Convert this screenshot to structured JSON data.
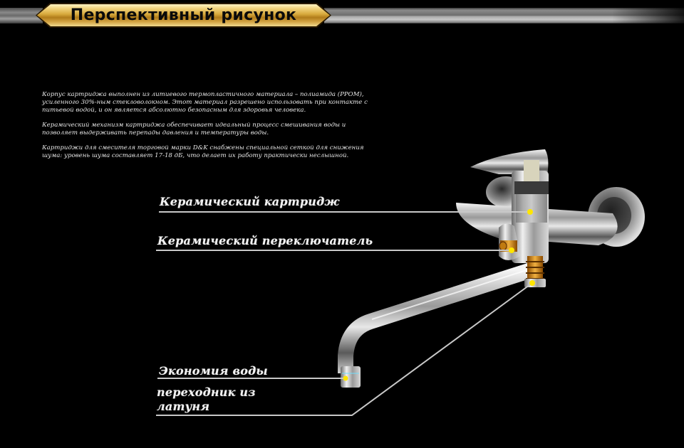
{
  "header": {
    "title": "Перспективный рисунок"
  },
  "description": {
    "paragraphs": [
      "Корпус картриджа выполнен из литиевого термопластичного материала – полиамида (PPOM), усиленного 30%-ным стекловолокном. Этот материал разрешено использовать при контакте с питьевой водой, и он является абсолютно безопасным для здоровья человека.",
      "Керамический механизм картриджа обеспечивает идеальный процесс смешивания воды и позволяет выдерживать перепады давления и температуры воды.",
      "Картриджи для смесителя торговой марки D&K снабжены специальной сеткой для снижения шума: уровень шума составляет 17-18 дБ, что делает их работу практически неслышной."
    ]
  },
  "callouts": [
    {
      "label": "Керамический  картридж"
    },
    {
      "label": "Керамический  переключатель"
    },
    {
      "label": "Экономия воды"
    },
    {
      "label": "переходник из латуня",
      "line1": "переходник из",
      "line2": "латуня"
    }
  ],
  "illustration": {
    "subject": "wall-mounted bath faucet with long swivel spout",
    "marker_color": "#ffe600",
    "line_color": "#c8c8c8",
    "accent_gold": "#d7a93c"
  }
}
